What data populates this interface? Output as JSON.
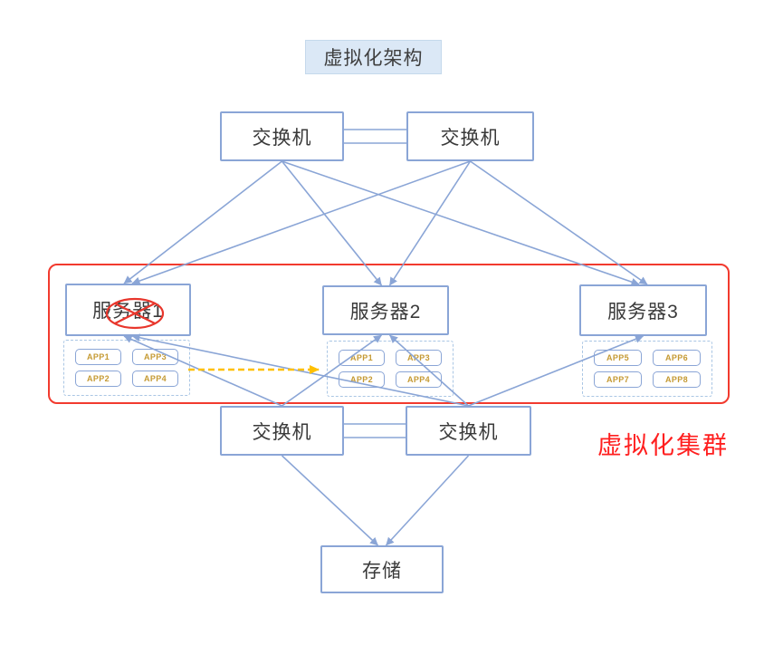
{
  "title": "虚拟化架构",
  "cluster_label": "虚拟化集群",
  "nodes": {
    "top_switch_1": "交换机",
    "top_switch_2": "交换机",
    "bottom_switch_1": "交换机",
    "bottom_switch_2": "交换机",
    "storage": "存储"
  },
  "servers": [
    {
      "label": "服务器1",
      "apps": [
        "APP1",
        "APP3",
        "APP2",
        "APP4"
      ]
    },
    {
      "label": "服务器2",
      "apps": [
        "APP1",
        "APP3",
        "APP2",
        "APP4"
      ]
    },
    {
      "label": "服务器3",
      "apps": [
        "APP5",
        "APP6",
        "APP7",
        "APP8"
      ]
    }
  ],
  "edges": [
    {
      "from": "top-switch-1",
      "to": "top-switch-2",
      "type": "trunk"
    },
    {
      "from": "top-switch-1",
      "to": "server-1"
    },
    {
      "from": "top-switch-1",
      "to": "server-2"
    },
    {
      "from": "top-switch-1",
      "to": "server-3"
    },
    {
      "from": "top-switch-2",
      "to": "server-1"
    },
    {
      "from": "top-switch-2",
      "to": "server-2"
    },
    {
      "from": "top-switch-2",
      "to": "server-3"
    },
    {
      "from": "bottom-switch-1",
      "to": "server-1"
    },
    {
      "from": "bottom-switch-1",
      "to": "server-2"
    },
    {
      "from": "bottom-switch-2",
      "to": "server-1"
    },
    {
      "from": "bottom-switch-2",
      "to": "server-2"
    },
    {
      "from": "bottom-switch-2",
      "to": "server-3"
    },
    {
      "from": "bottom-switch-1",
      "to": "bottom-switch-2",
      "type": "trunk"
    },
    {
      "from": "bottom-switch-1",
      "to": "storage"
    },
    {
      "from": "bottom-switch-2",
      "to": "storage"
    }
  ],
  "annotations": {
    "fault_mark": {
      "target": "server-1",
      "shape": "crossed-ellipse",
      "color": "#e8362c"
    },
    "migration_arrow": {
      "from": "server-1-apps",
      "to": "server-2-apps",
      "style": "dashed",
      "color": "#ffc000"
    }
  },
  "colors": {
    "node_border": "#8aa5d6",
    "line": "#8aa5d6",
    "app_text": "#c59a33",
    "cluster_border": "#f23a2e",
    "cluster_label_text": "#ff1f1f",
    "title_bg": "#dbe8f6",
    "migration_arrow": "#ffc000",
    "text": "#3a3a3a"
  }
}
